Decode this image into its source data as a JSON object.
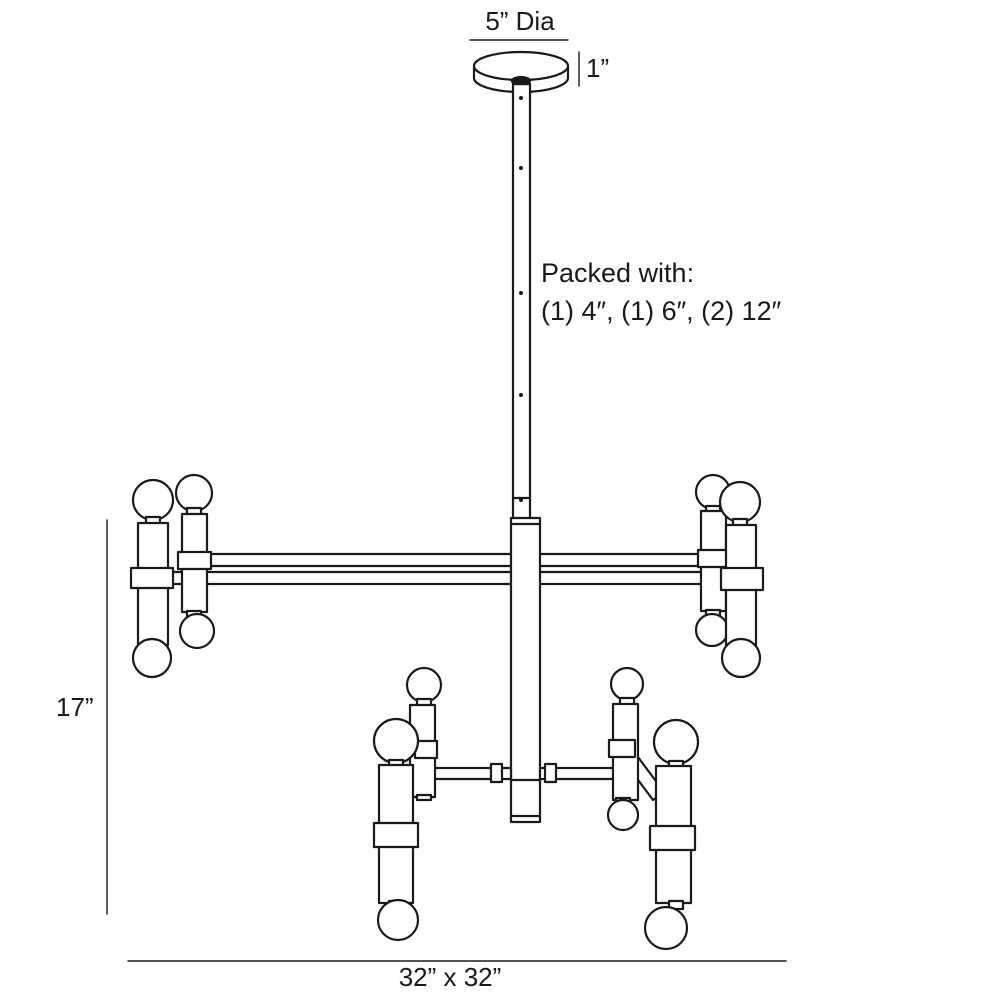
{
  "dimensions": {
    "canopy_diameter": "5” Dia",
    "canopy_height": "1”",
    "overall_height": "17”",
    "overall_width": "32” x 32”"
  },
  "packaging_note": {
    "heading": "Packed with:",
    "detail": "(1) 4″, (1) 6″, (2) 12″"
  }
}
